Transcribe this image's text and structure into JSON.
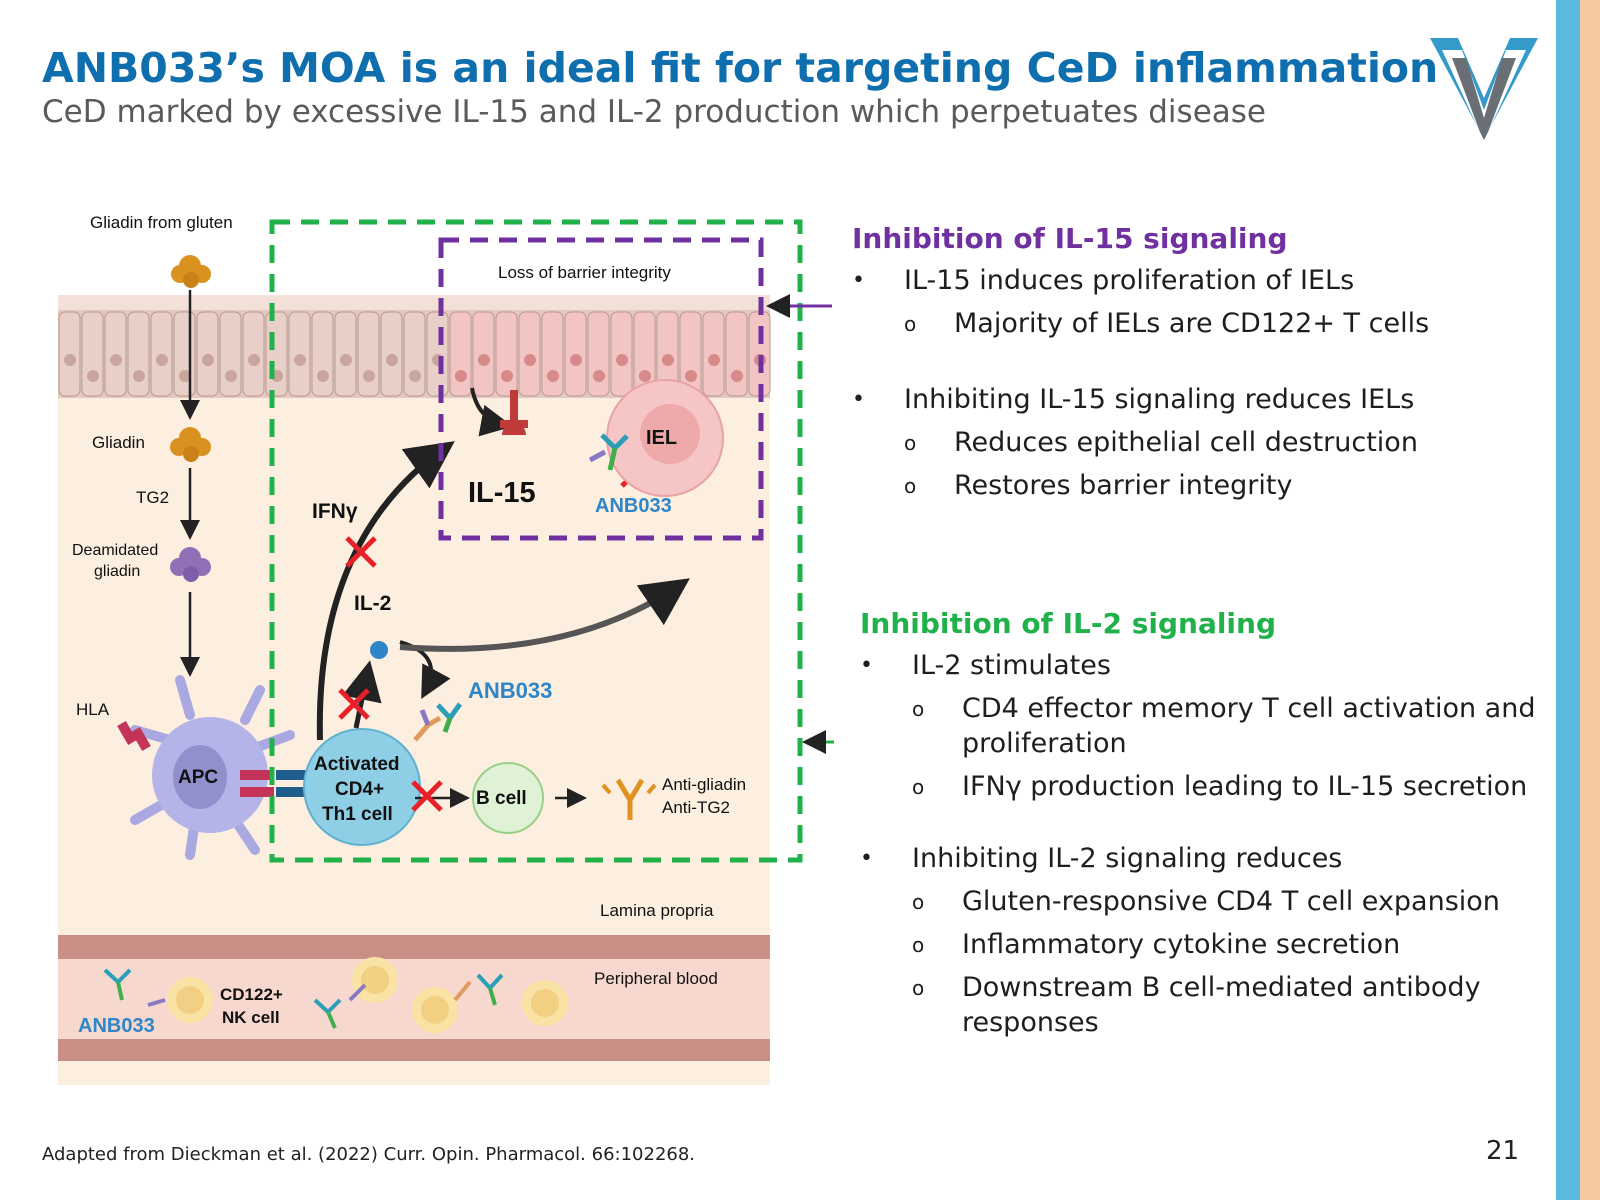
{
  "slide": {
    "title": "ANB033’s MOA is an ideal fit for targeting CeD inflammation",
    "subtitle": "CeD marked by excessive IL-15 and IL-2 production which perpetuates disease",
    "footnote": "Adapted from Dieckman et al. (2022) Curr. Opin. Pharmacol. 66:102268.",
    "page_number": "21"
  },
  "colors": {
    "title_blue": "#0F6FAE",
    "il15_purple": "#7030A0",
    "il2_green": "#21B14B",
    "inhibit_red": "#E8202A",
    "anb033_blue": "#2E86C8"
  },
  "diagram": {
    "labels": {
      "gliadin_from_gluten": "Gliadin from gluten",
      "loss_of_barrier": "Loss of barrier integrity",
      "gliadin": "Gliadin",
      "tg2": "TG2",
      "deamidated_1": "Deamidated",
      "deamidated_2": "gliadin",
      "hla": "HLA",
      "apc": "APC",
      "ifng": "IFNγ",
      "il2": "IL-2",
      "il15": "IL-15",
      "iel": "IEL",
      "anb033": "ANB033",
      "th1_1": "Activated",
      "th1_2": "CD4+",
      "th1_3": "Th1 cell",
      "bcell": "B cell",
      "anti_gliadin": "Anti-gliadin",
      "anti_tg2": "Anti-TG2",
      "lamina_propria": "Lamina propria",
      "peripheral_blood": "Peripheral blood",
      "nk_1": "CD122+",
      "nk_2": "NK cell"
    }
  },
  "panel": {
    "il15": {
      "heading": "Inhibition of IL-15 signaling",
      "b1": "IL-15 induces proliferation of IELs",
      "b1_s1": "Majority of IELs are CD122+ T cells",
      "b2": "Inhibiting IL-15 signaling reduces IELs",
      "b2_s1": "Reduces epithelial cell destruction",
      "b2_s2": "Restores barrier integrity"
    },
    "il2": {
      "heading": "Inhibition of IL-2 signaling",
      "b1": "IL-2 stimulates",
      "b1_s1": "CD4 effector memory T cell activation and proliferation",
      "b1_s2": "IFNγ production leading to IL-15 secretion",
      "b2": "Inhibiting IL-2 signaling reduces",
      "b2_s1": "Gluten-responsive CD4 T cell expansion",
      "b2_s2": "Inflammatory cytokine secretion",
      "b2_s3": "Downstream B cell-mediated antibody responses"
    },
    "bullet_symbol": "•",
    "sub_symbol": "o"
  }
}
